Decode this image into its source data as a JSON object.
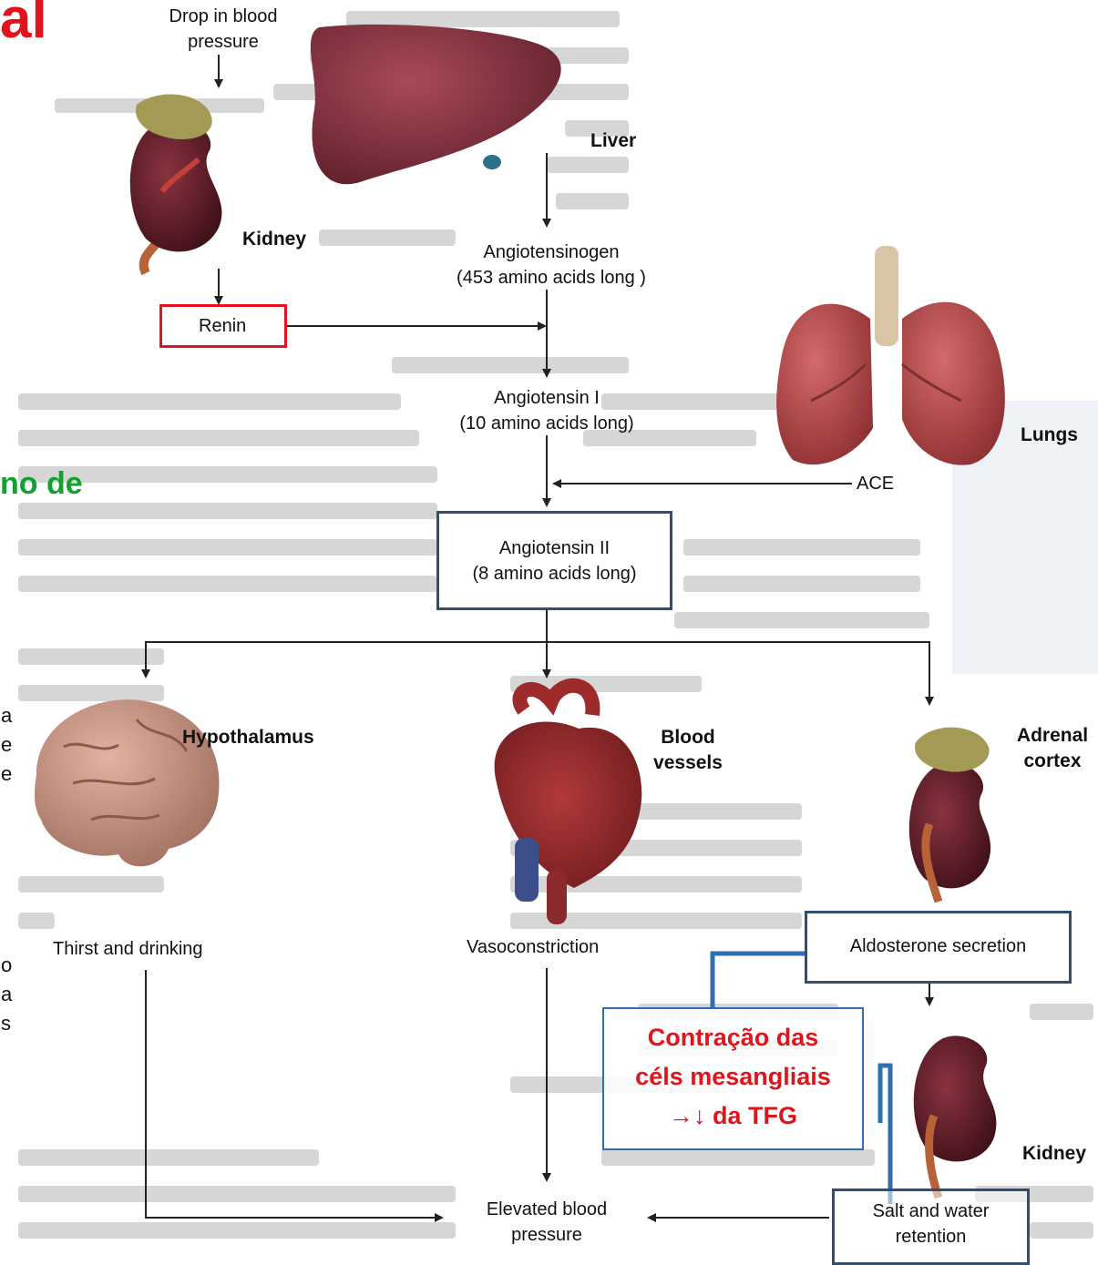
{
  "colors": {
    "highlight_red": "#e0141c",
    "box_blue": "#2f4f74",
    "connector_blue": "#2f6fb0",
    "title_green": "#12a02e"
  },
  "fragments": {
    "title_red": "al",
    "green_heading": "no de",
    "edge_a": [
      "a",
      "e",
      "e"
    ],
    "edge_b": [
      "o",
      "a",
      "s"
    ]
  },
  "labels": {
    "drop_bp": [
      "Drop in blood",
      "pressure"
    ],
    "liver": "Liver",
    "kidney_top": "Kidney",
    "angiotensinogen": [
      "Angiotensinogen",
      "(453 amino acids long )"
    ],
    "renin": "Renin",
    "angiotensin_1": [
      "Angiotensin I",
      "(10 amino acids long)"
    ],
    "lungs": "Lungs",
    "ace": "ACE",
    "angiotensin_2": [
      "Angiotensin II",
      "(8 amino acids long)"
    ],
    "hypothalamus": "Hypothalamus",
    "blood_vessels": [
      "Blood",
      "vessels"
    ],
    "adrenal_cortex": [
      "Adrenal",
      "cortex"
    ],
    "thirst": "Thirst  and drinking",
    "vasoconstriction": "Vasoconstriction",
    "aldosterone": "Aldosterone secretion",
    "kidney_bottom": "Kidney",
    "salt_water": [
      "Salt and water",
      "retention"
    ],
    "elevated_bp": [
      "Elevated blood",
      "pressure"
    ]
  },
  "annotation": {
    "lines": [
      "Contração das",
      "céls mesangliais",
      "→↓ da TFG"
    ]
  },
  "icons": [
    "kidney-icon",
    "liver-icon",
    "lungs-icon",
    "brain-icon",
    "heart-icon",
    "adrenal-kidney-icon",
    "kidney-small-icon"
  ]
}
